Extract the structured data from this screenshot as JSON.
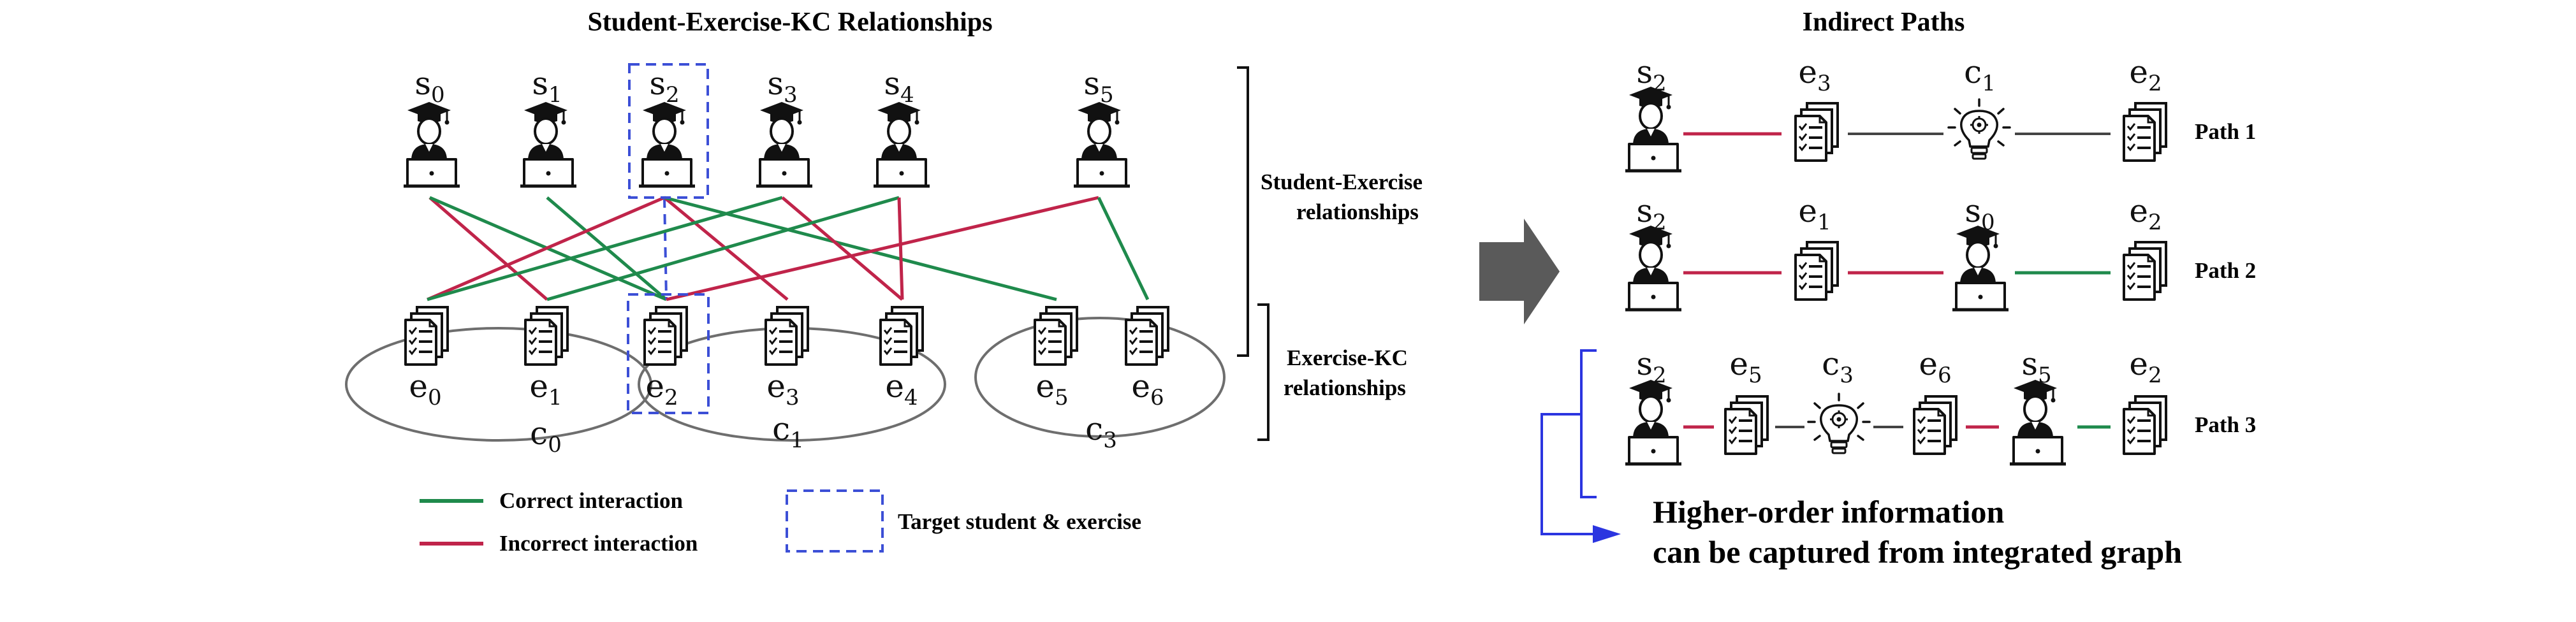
{
  "left_panel": {
    "title": "Student-Exercise-KC Relationships",
    "students": [
      {
        "base": "s",
        "sub": "0"
      },
      {
        "base": "s",
        "sub": "1"
      },
      {
        "base": "s",
        "sub": "2"
      },
      {
        "base": "s",
        "sub": "3"
      },
      {
        "base": "s",
        "sub": "4"
      },
      {
        "base": "s",
        "sub": "5"
      }
    ],
    "exercises": [
      {
        "base": "e",
        "sub": "0"
      },
      {
        "base": "e",
        "sub": "1"
      },
      {
        "base": "e",
        "sub": "2"
      },
      {
        "base": "e",
        "sub": "3"
      },
      {
        "base": "e",
        "sub": "4"
      },
      {
        "base": "e",
        "sub": "5"
      },
      {
        "base": "e",
        "sub": "6"
      }
    ],
    "kcs": [
      {
        "base": "c",
        "sub": "0"
      },
      {
        "base": "c",
        "sub": "1"
      },
      {
        "base": "c",
        "sub": "3"
      }
    ],
    "interactions": [
      {
        "student": 0,
        "exercise": 1,
        "type": "incorrect"
      },
      {
        "student": 0,
        "exercise": 2,
        "type": "correct"
      },
      {
        "student": 1,
        "exercise": 2,
        "type": "correct"
      },
      {
        "student": 2,
        "exercise": 0,
        "type": "incorrect"
      },
      {
        "student": 2,
        "exercise": 2,
        "type": "target"
      },
      {
        "student": 2,
        "exercise": 3,
        "type": "incorrect"
      },
      {
        "student": 2,
        "exercise": 5,
        "type": "correct"
      },
      {
        "student": 3,
        "exercise": 0,
        "type": "correct"
      },
      {
        "student": 3,
        "exercise": 4,
        "type": "incorrect"
      },
      {
        "student": 4,
        "exercise": 1,
        "type": "correct"
      },
      {
        "student": 4,
        "exercise": 4,
        "type": "incorrect"
      },
      {
        "student": 5,
        "exercise": 2,
        "type": "incorrect"
      },
      {
        "student": 5,
        "exercise": 6,
        "type": "correct"
      }
    ],
    "bracket_labels": {
      "student_exercise": [
        "Student-Exercise",
        "relationships"
      ],
      "exercise_kc": [
        "Exercise-KC",
        "relationships"
      ]
    },
    "legend": {
      "correct": "Correct interaction",
      "incorrect": "Incorrect interaction",
      "target": "Target student & exercise"
    }
  },
  "right_panel": {
    "title": "Indirect Paths",
    "paths": [
      {
        "label": "Path 1",
        "nodes": [
          {
            "kind": "student",
            "base": "s",
            "sub": "2"
          },
          {
            "kind": "exercise",
            "base": "e",
            "sub": "3"
          },
          {
            "kind": "kc",
            "base": "c",
            "sub": "1"
          },
          {
            "kind": "exercise",
            "base": "e",
            "sub": "2"
          }
        ],
        "links": [
          "incorrect",
          "neutral",
          "neutral"
        ]
      },
      {
        "label": "Path 2",
        "nodes": [
          {
            "kind": "student",
            "base": "s",
            "sub": "2"
          },
          {
            "kind": "exercise",
            "base": "e",
            "sub": "1"
          },
          {
            "kind": "student",
            "base": "s",
            "sub": "0"
          },
          {
            "kind": "exercise",
            "base": "e",
            "sub": "2"
          }
        ],
        "links": [
          "incorrect",
          "incorrect",
          "correct"
        ]
      },
      {
        "label": "Path 3",
        "nodes": [
          {
            "kind": "student",
            "base": "s",
            "sub": "2"
          },
          {
            "kind": "exercise",
            "base": "e",
            "sub": "5"
          },
          {
            "kind": "kc",
            "base": "c",
            "sub": "3"
          },
          {
            "kind": "exercise",
            "base": "e",
            "sub": "6"
          },
          {
            "kind": "student",
            "base": "s",
            "sub": "5"
          },
          {
            "kind": "exercise",
            "base": "e",
            "sub": "2"
          }
        ],
        "links": [
          "incorrect",
          "neutral",
          "neutral",
          "incorrect",
          "correct"
        ]
      }
    ],
    "conclusion": [
      "Higher-order information",
      "can be captured from integrated graph"
    ]
  },
  "colors": {
    "correct": "#1f8a4c",
    "incorrect": "#c0244a",
    "target": "#3c4fd6",
    "neutral": "#444444",
    "ellipse": "#6e6e6e",
    "arrow": "#5a5a5a",
    "blue_arrow": "#2b35e0"
  }
}
